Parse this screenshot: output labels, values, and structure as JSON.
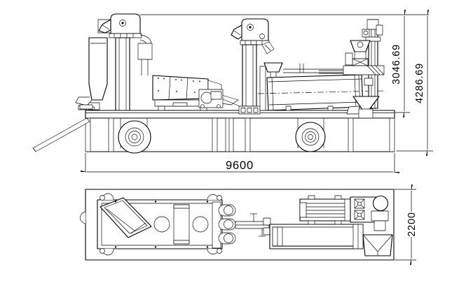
{
  "drawing": {
    "type": "engineering-two-view-drawing",
    "background_color": "#ffffff",
    "line_color": "#000000",
    "views": {
      "top": "side-elevation",
      "bottom": "plan-view"
    },
    "dimensions": {
      "overall_length": {
        "value": "9600",
        "orientation": "horizontal",
        "view": "side-elevation"
      },
      "machine_height": {
        "value": "3046.69",
        "orientation": "vertical",
        "view": "side-elevation"
      },
      "overall_height": {
        "value": "4286.69",
        "orientation": "vertical",
        "view": "side-elevation"
      },
      "overall_width": {
        "value": "2200",
        "orientation": "vertical",
        "view": "plan-view"
      }
    }
  }
}
